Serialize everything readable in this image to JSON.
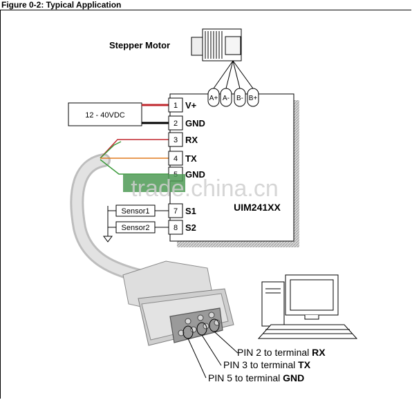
{
  "figure": {
    "title": "Figure 0-2:  Typical Application"
  },
  "motor": {
    "label": "Stepper Motor",
    "phases": [
      "A+",
      "A-",
      "B-",
      "B+"
    ]
  },
  "power": {
    "label": "12 - 40VDC"
  },
  "controller": {
    "model": "UIM241XX",
    "terminals": [
      {
        "pin": "1",
        "name": "V+"
      },
      {
        "pin": "2",
        "name": "GND"
      },
      {
        "pin": "3",
        "name": "RX"
      },
      {
        "pin": "4",
        "name": "TX"
      },
      {
        "pin": "5",
        "name": "GND"
      },
      {
        "pin": "7",
        "name": "S1"
      },
      {
        "pin": "8",
        "name": "S2"
      }
    ]
  },
  "sensors": [
    "Sensor1",
    "Sensor2"
  ],
  "db9_pins": [
    {
      "text": "PIN 2 to terminal ",
      "terminal": "RX"
    },
    {
      "text": "PIN 3 to terminal ",
      "terminal": "TX"
    },
    {
      "text": "PIN 5 to terminal ",
      "terminal": "GND"
    }
  ],
  "watermark": "trade.china.cn",
  "colors": {
    "wire_red": "#c0272d",
    "wire_green": "#3a9a3a",
    "wire_orange": "#e07a1f",
    "shadow": "#b5b5b5",
    "cable": "#d8d8d8"
  }
}
